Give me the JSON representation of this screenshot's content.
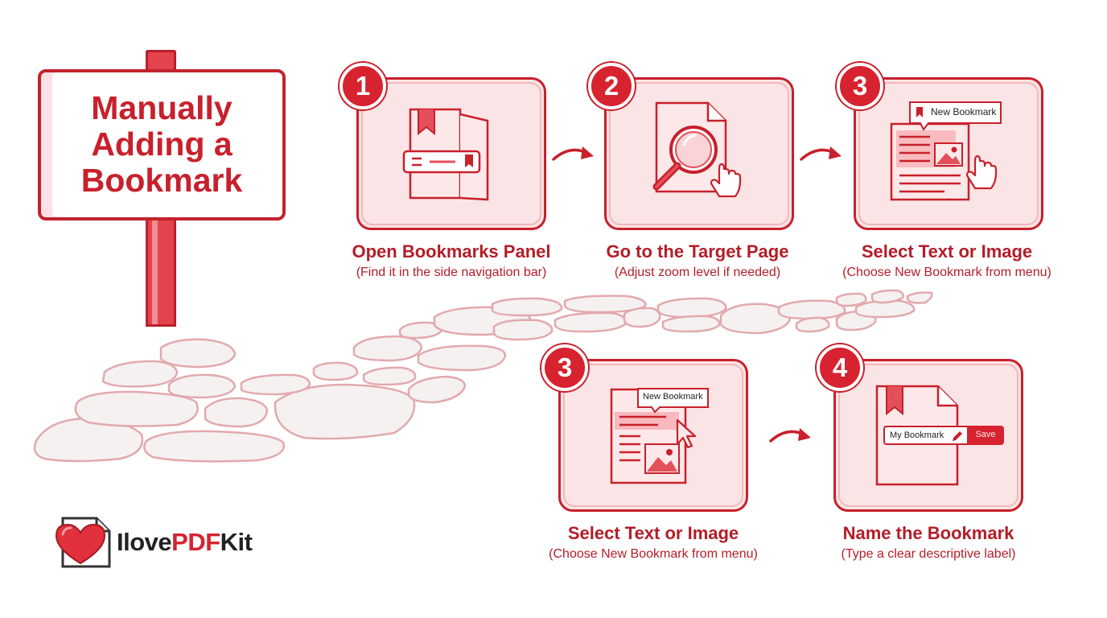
{
  "sign": {
    "title": "Manually Adding a Bookmark"
  },
  "steps": [
    {
      "number": "1",
      "title": "Open Bookmarks Panel",
      "subtitle": "(Find it in the side navigation bar)"
    },
    {
      "number": "2",
      "title": "Go to the Target Page",
      "subtitle": "(Adjust zoom level if needed)"
    },
    {
      "number": "3",
      "title": "Select Text or Image",
      "subtitle": "(Choose New Bookmark from menu)",
      "tooltip": "New Bookmark"
    },
    {
      "number": "3",
      "title": "Select Text or Image",
      "subtitle": "(Choose New Bookmark from menu)",
      "tooltip": "New Bookmark"
    },
    {
      "number": "4",
      "title": "Name the Bookmark",
      "subtitle": "(Type a clear descriptive label)",
      "input_value": "My Bookmark",
      "save_label": "Save"
    }
  ],
  "logo": {
    "prefix": "Ilove",
    "brand": "PDF",
    "suffix": "Kit"
  },
  "colors": {
    "accent": "#d6232f",
    "card_fill": "#fbe4e5",
    "card_border": "#c8202c",
    "stone": "#f4f0f0",
    "stone_border": "#e2a9ad"
  },
  "icons": [
    "book-bookmark-icon",
    "magnifier-document-icon",
    "hand-pointer-icon",
    "image-icon",
    "cursor-arrow-icon",
    "pencil-icon",
    "heart-logo-icon",
    "curved-arrow-icon"
  ]
}
